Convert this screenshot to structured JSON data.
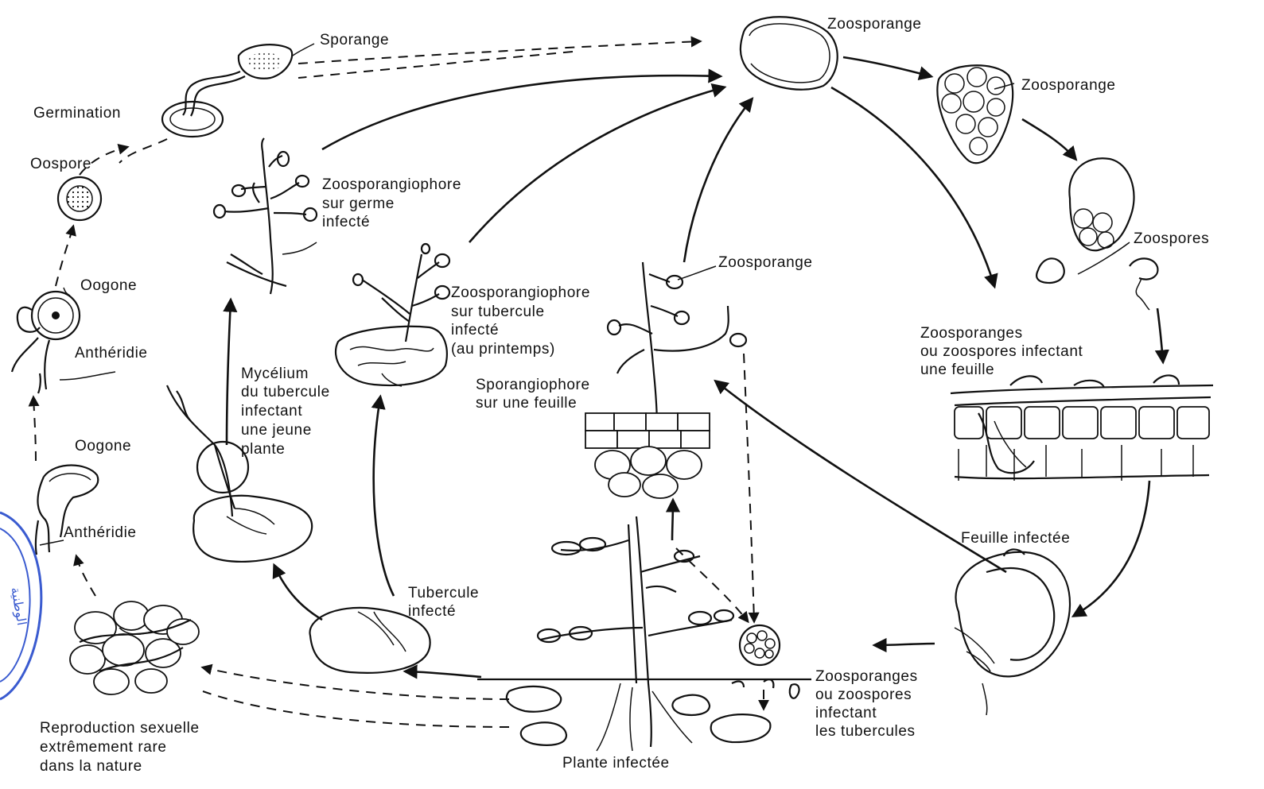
{
  "labels": {
    "sporange": "Sporange",
    "germination": "Germination",
    "oospore": "Oospore",
    "oogone_top": "Oogone",
    "antheridie_top": "Anthéridie",
    "oogone_bottom": "Oogone",
    "antheridie_bottom": "Anthéridie",
    "reproduction": [
      "Reproduction sexuelle",
      "extrêmement rare",
      "dans la nature"
    ],
    "zoosporangiophore_germe": [
      "Zoosporangiophore",
      "sur germe",
      "infecté"
    ],
    "mycelium": [
      "Mycélium",
      "du tubercule",
      "infectant",
      "une jeune",
      "plante"
    ],
    "zoosporangiophore_tubercule": [
      "Zoosporangiophore",
      "sur tubercule",
      "infecté",
      "(au printemps)"
    ],
    "tubercule_infecte": [
      "Tubercule",
      "infecté"
    ],
    "zoosporange_top": "Zoosporange",
    "zoosporange_right": "Zoosporange",
    "zoospores": "Zoospores",
    "zoosporange_mid": "Zoosporange",
    "sporangiophore": [
      "Sporangiophore",
      "sur une feuille"
    ],
    "zoosporanges_feuille": [
      "Zoosporanges",
      "ou zoospores infectant",
      "une feuille"
    ],
    "feuille_infectee": "Feuille infectée",
    "zoosporanges_tubercules": [
      "Zoosporanges",
      "ou zoospores",
      "infectant",
      "les tubercules"
    ],
    "plante_infectee": "Plante infectée"
  }
}
